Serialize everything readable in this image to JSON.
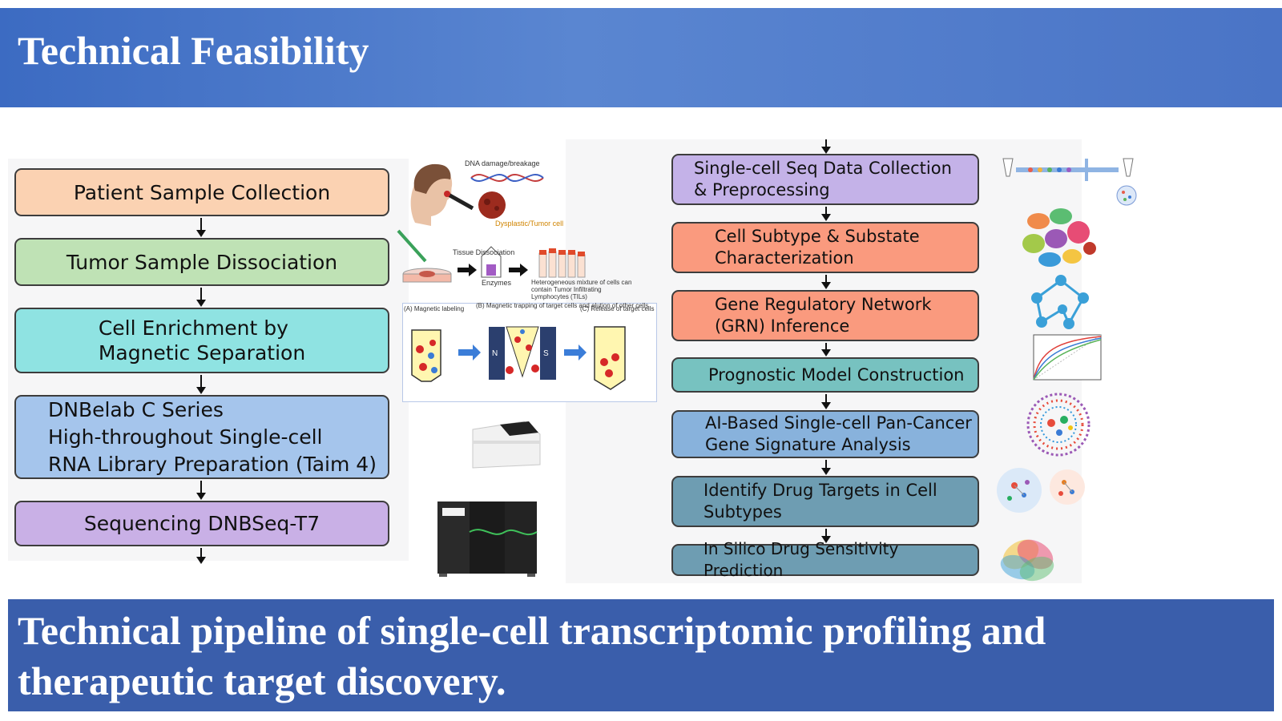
{
  "header": {
    "title": "Technical Feasibility"
  },
  "left_steps": [
    {
      "label": "Patient Sample Collection",
      "color": "#fbd2b2"
    },
    {
      "label": "Tumor Sample Dissociation",
      "color": "#bfe2b5"
    },
    {
      "label": "Cell Enrichment by\nMagnetic Separation",
      "color": "#8fe3e2"
    },
    {
      "label": "DNBelab C Series\nHigh-throughout Single-cell\nRNA Library Preparation (Taim 4)",
      "color": "#a5c5ec"
    },
    {
      "label": "Sequencing DNBSeq-T7",
      "color": "#c9b0e6"
    }
  ],
  "right_steps": [
    {
      "label": "Single-cell Seq Data Collection\n& Preprocessing",
      "color": "#c4b2e8"
    },
    {
      "label": "Cell Subtype & Substate\nCharacterization",
      "color": "#fa9a7e"
    },
    {
      "label": "Gene Regulatory Network\n(GRN) Inference",
      "color": "#fa9a7e"
    },
    {
      "label": "Prognostic Model Construction",
      "color": "#77c2c0"
    },
    {
      "label": "AI-Based Single-cell Pan-Cancer\nGene Signature Analysis",
      "color": "#88b2dc"
    },
    {
      "label": "Identify Drug Targets in Cell\nSubtypes",
      "color": "#6e9db2"
    },
    {
      "label": "In Silico Drug Sensitivity Prediction",
      "color": "#6e9db2"
    }
  ],
  "illustrations": {
    "dna_damage": "DNA damage/breakage",
    "dysplastic": "Dysplastic/Tumor cell",
    "tissue_dissociation": "Tissue Dissociation",
    "enzymes": "Enzymes",
    "mixture": "Heterogeneous mixture of cells can contain Tumor Infiltrating Lymphocytes (TILs)",
    "magnetic_a": "(A) Magnetic labeling",
    "magnetic_b": "(B) Magnetic trapping of target cells and elution of other cells",
    "magnetic_c": "(C) Release of target cells",
    "pole_n": "N",
    "pole_s": "S"
  },
  "footer": {
    "caption": "Technical pipeline of single-cell transcriptomic profiling and therapeutic target discovery."
  }
}
